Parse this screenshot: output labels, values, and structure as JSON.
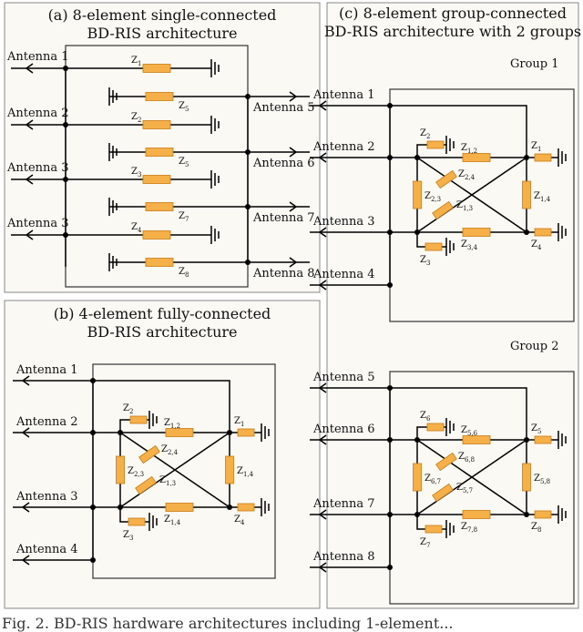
{
  "panels": {
    "a": {
      "title_1": "(a) 8-element single-connected",
      "title_2": "BD-RIS architecture",
      "antennas": [
        "Antenna 1",
        "Antenna 2",
        "Antenna 3",
        "Antenna 3",
        "Antenna 5",
        "Antenna 6",
        "Antenna 7",
        "Antenna 8"
      ],
      "impedances": [
        [
          "Z",
          "1"
        ],
        [
          "Z",
          "5"
        ],
        [
          "Z",
          "2"
        ],
        [
          "Z",
          "5"
        ],
        [
          "Z",
          "3"
        ],
        [
          "Z",
          "7"
        ],
        [
          "Z",
          "4"
        ],
        [
          "Z",
          "8"
        ]
      ]
    },
    "b": {
      "title_1": "(b) 4-element fully-connected",
      "title_2": "BD-RIS architecture",
      "antennas": [
        "Antenna 1",
        "Antenna 2",
        "Antenna 3",
        "Antenna 4"
      ],
      "impedances": {
        "z1": [
          "Z",
          "1"
        ],
        "z2": [
          "Z",
          "2"
        ],
        "z3": [
          "Z",
          "3"
        ],
        "z4": [
          "Z",
          "4"
        ],
        "z12": [
          "Z",
          "1,2"
        ],
        "z23": [
          "Z",
          "2,3"
        ],
        "z24": [
          "Z",
          "2,4"
        ],
        "z13": [
          "Z",
          "1,3"
        ],
        "z14": [
          "Z",
          "1,4"
        ],
        "z34": [
          "Z",
          "1,4"
        ]
      }
    },
    "c": {
      "title_1": "(c) 8-element group-connected",
      "title_2": "BD-RIS architecture with 2 groups",
      "groups": [
        {
          "label": "Group 1",
          "antennas": [
            "Antenna 1",
            "Antenna 2",
            "Antenna 3",
            "Antenna 4"
          ],
          "impedances": {
            "z1": [
              "Z",
              "1"
            ],
            "z2": [
              "Z",
              "2"
            ],
            "z3": [
              "Z",
              "3"
            ],
            "z4": [
              "Z",
              "4"
            ],
            "z12": [
              "Z",
              "1,2"
            ],
            "z23": [
              "Z",
              "2,3"
            ],
            "z24": [
              "Z",
              "2,4"
            ],
            "z13": [
              "Z",
              "1,3"
            ],
            "z14": [
              "Z",
              "1,4"
            ],
            "z34": [
              "Z",
              "3,4"
            ]
          }
        },
        {
          "label": "Group 2",
          "antennas": [
            "Antenna 5",
            "Antenna 6",
            "Antenna 7",
            "Antenna 8"
          ],
          "impedances": {
            "z1": [
              "Z",
              "5"
            ],
            "z2": [
              "Z",
              "6"
            ],
            "z3": [
              "Z",
              "7"
            ],
            "z4": [
              "Z",
              "8"
            ],
            "z12": [
              "Z",
              "5,6"
            ],
            "z23": [
              "Z",
              "6,7"
            ],
            "z24": [
              "Z",
              "6,8"
            ],
            "z13": [
              "Z",
              "5,7"
            ],
            "z14": [
              "Z",
              "5,8"
            ],
            "z34": [
              "Z",
              "7,8"
            ]
          }
        }
      ]
    }
  },
  "caption": "Fig. 2.  BD-RIS hardware architectures including 1-element..."
}
